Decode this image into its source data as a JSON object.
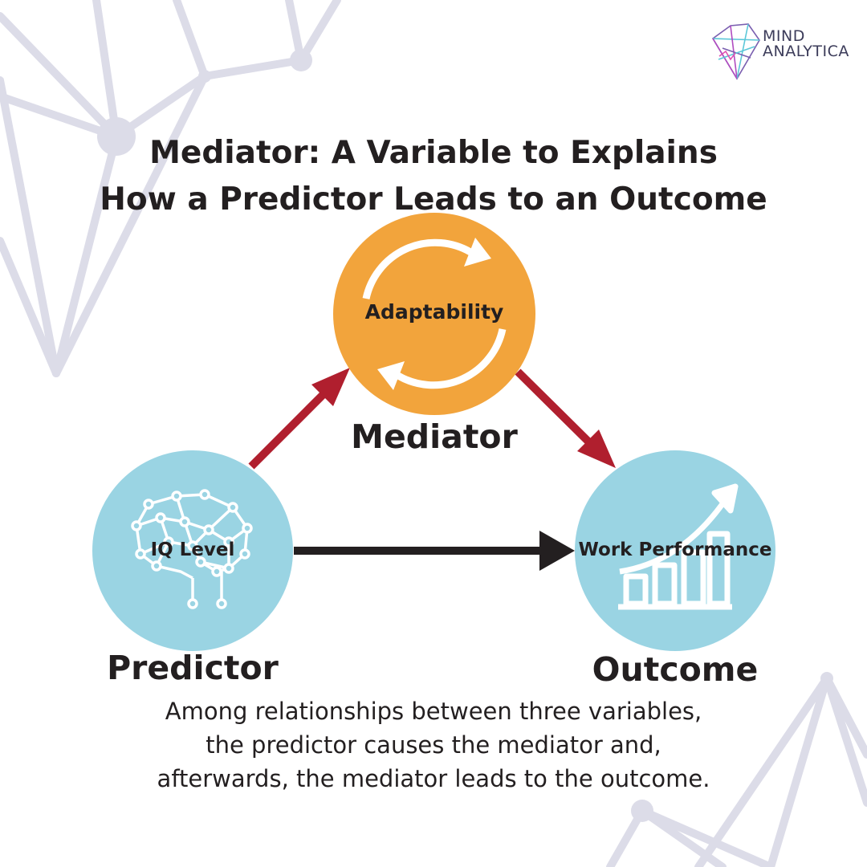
{
  "brand": {
    "line1": "MIND",
    "line2": "ANALYTICA",
    "logo_icon": "crystal-diamond-icon"
  },
  "title": {
    "line1": "Mediator: A Variable to Explains",
    "line2": "How a Predictor Leads to an Outcome"
  },
  "nodes": {
    "mediator": {
      "label": "Adaptability",
      "role": "Mediator",
      "color": "#f2a43c",
      "icon": "refresh-arrows-icon"
    },
    "predictor": {
      "label": "IQ Level",
      "role": "Predictor",
      "color": "#9ad4e3",
      "icon": "brain-network-icon"
    },
    "outcome": {
      "label": "Work Performance",
      "role": "Outcome",
      "color": "#9ad4e3",
      "icon": "growth-bar-chart-icon"
    }
  },
  "arrows": {
    "indirect_color": "#b01f2e",
    "direct_color": "#231f20"
  },
  "description": {
    "line1": "Among relationships between three variables,",
    "line2": "the predictor causes the mediator and,",
    "line3": "afterwards, the mediator leads to the outcome."
  },
  "decor_color": "#dcdce8"
}
